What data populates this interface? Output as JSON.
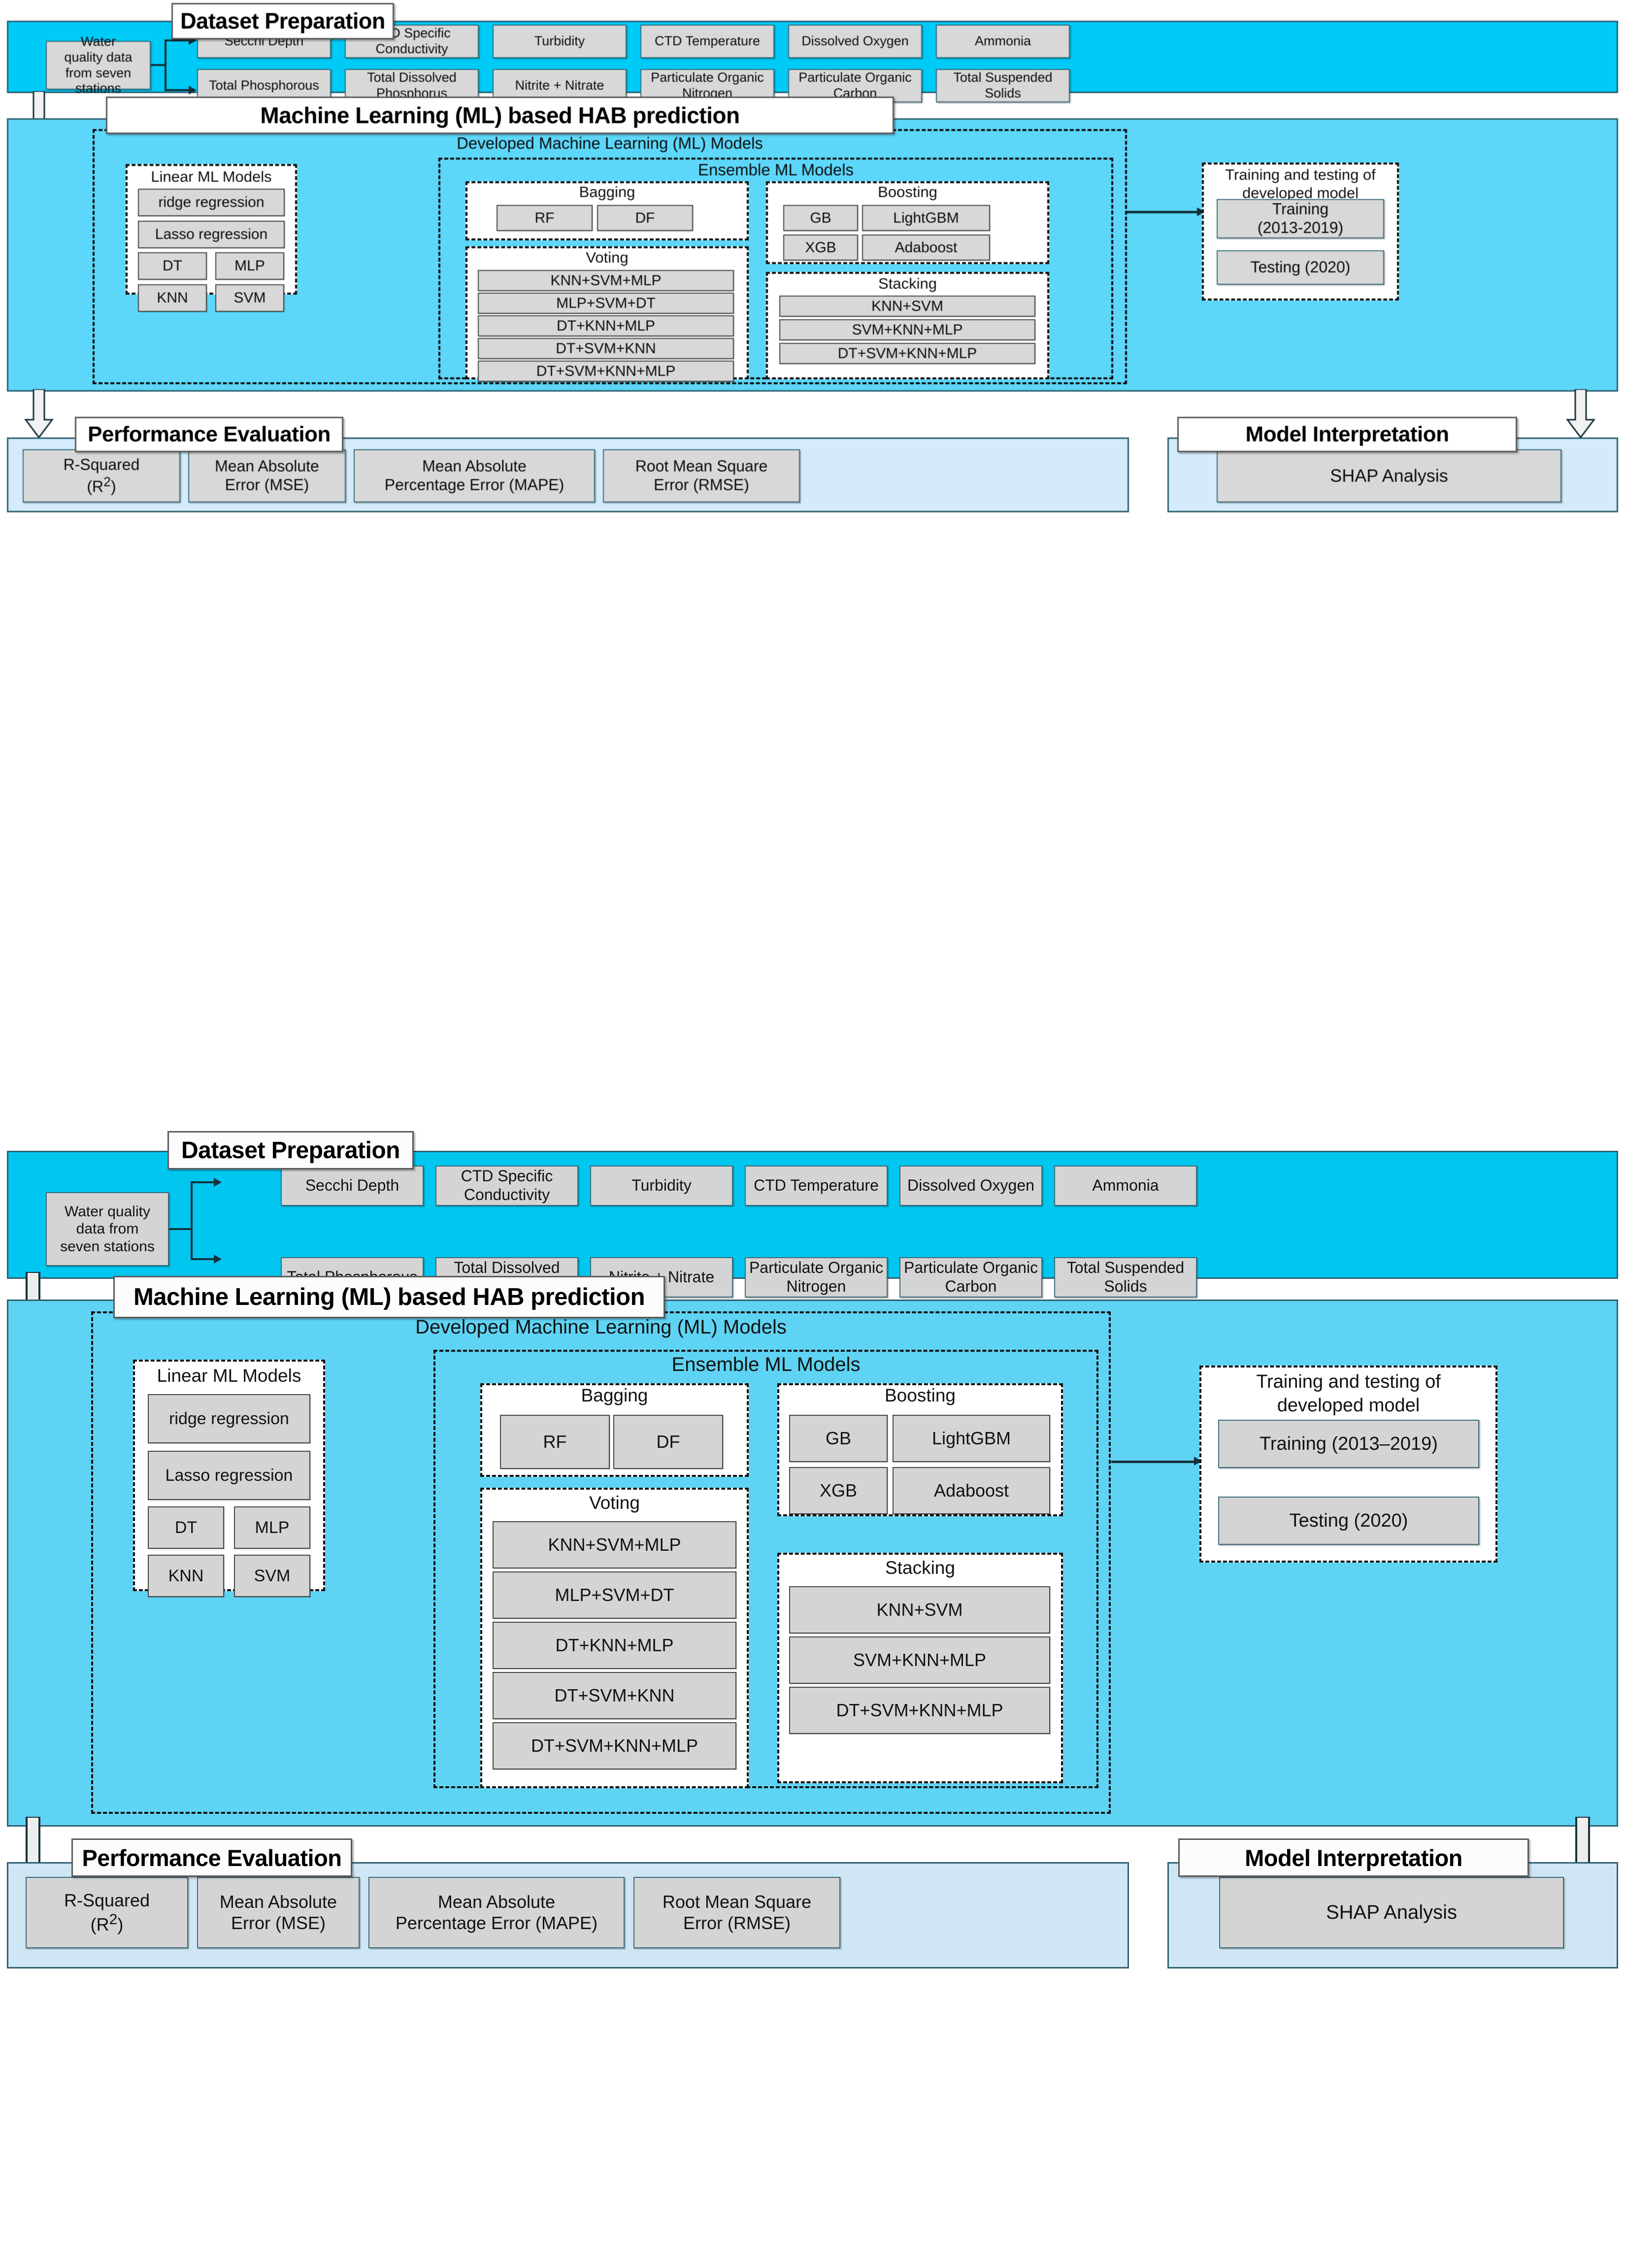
{
  "figure": {
    "type": "flowchart",
    "description": "Machine-learning workflow for Harmful Algal Bloom (HAB) prediction, shown twice (blurred top copy and sharp bottom copy)",
    "copies": 2
  },
  "sections": {
    "dataset_preparation": {
      "title": "Dataset Preparation",
      "source_box": "Water quality data from seven stations",
      "source_box_lines_top": [
        "Water",
        "quality data",
        "from seven",
        "stations"
      ],
      "source_box_lines_bottom": [
        "Water quality",
        "data from",
        "seven stations"
      ],
      "parameters_row1": [
        "Secchi Depth",
        "CTD Specific Conductivity",
        "Turbidity",
        "CTD Temperature",
        "Dissolved Oxygen",
        "Ammonia"
      ],
      "parameters_row2": [
        "Total Phosphorous",
        "Total Dissolved Phosphorus",
        "Nitrite + Nitrate",
        "Particulate Organic Nitrogen",
        "Particulate Organic Carbon",
        "Total Suspended Solids"
      ]
    },
    "ml_prediction": {
      "title": "Machine Learning (ML) based  HAB prediction",
      "developed_models_label": "Developed Machine Learning (ML) Models",
      "linear_models": {
        "label": "Linear ML Models",
        "wide_items": [
          "ridge regression",
          "Lasso regression"
        ],
        "grid_items": [
          "DT",
          "MLP",
          "KNN",
          "SVM"
        ]
      },
      "ensemble_models": {
        "label": "Ensemble ML Models",
        "bagging": {
          "label": "Bagging",
          "items": [
            "RF",
            "DF"
          ]
        },
        "boosting": {
          "label": "Boosting",
          "items": [
            "GB",
            "LightGBM",
            "XGB",
            "Adaboost"
          ]
        },
        "voting": {
          "label": "Voting",
          "items": [
            "KNN+SVM+MLP",
            "MLP+SVM+DT",
            "DT+KNN+MLP",
            "DT+SVM+KNN",
            "DT+SVM+KNN+MLP"
          ]
        },
        "stacking": {
          "label": "Stacking",
          "items": [
            "KNN+SVM",
            "SVM+KNN+MLP",
            "DT+SVM+KNN+MLP"
          ]
        }
      },
      "training_testing": {
        "label_line1": "Training and testing of",
        "label_line2": "developed model",
        "training_top_line1": "Training",
        "training_top_line2": "(2013-2019)",
        "training_bottom": "Training (2013–2019)",
        "testing": "Testing (2020)"
      }
    },
    "performance_evaluation": {
      "title": "Performance Evaluation",
      "metrics": [
        {
          "line1": "R-Squared",
          "line2": "(R²)"
        },
        {
          "line1": "Mean Absolute",
          "line2": "Error (MSE)"
        },
        {
          "line1": "Mean Absolute",
          "line2": "Percentage Error (MAPE)"
        },
        {
          "line1": "Root Mean Square",
          "line2": "Error (RMSE)"
        }
      ]
    },
    "model_interpretation": {
      "title": "Model Interpretation",
      "item": "SHAP Analysis"
    }
  },
  "colors": {
    "cyan_strong": "#00C6F0",
    "cyan_soft": "#5FD3F3",
    "pale_blue": "#CFE6F5",
    "box_grey": "#D4D4D4",
    "border_teal": "#2f6070",
    "connector": "#17313b"
  }
}
